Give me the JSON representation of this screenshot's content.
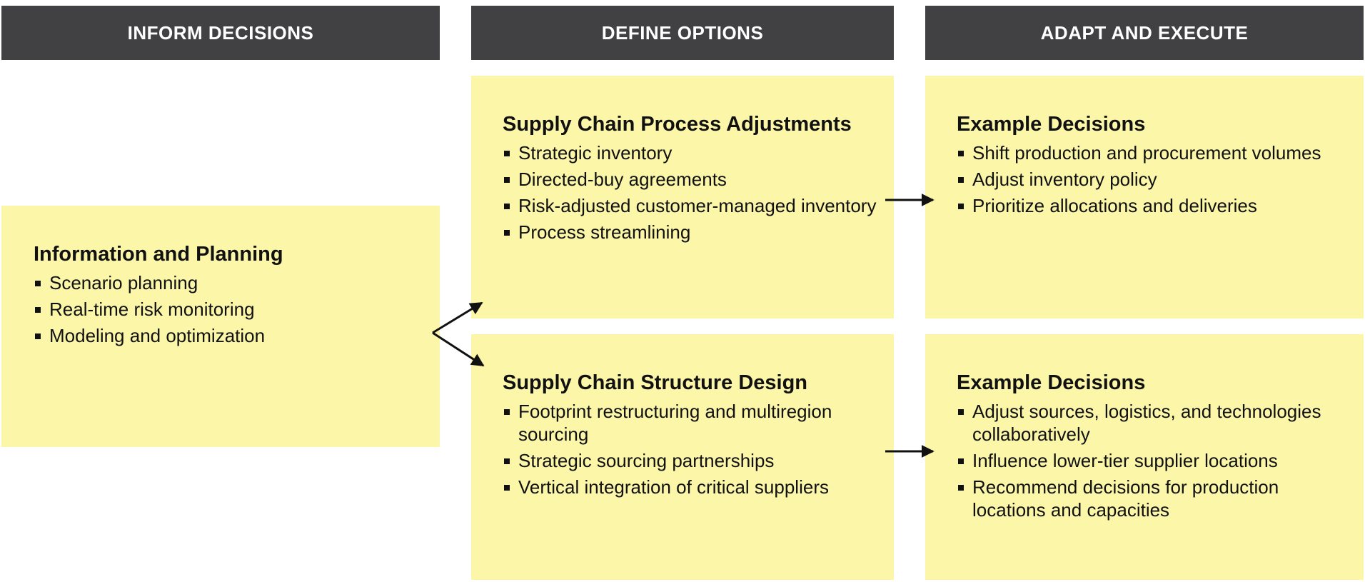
{
  "columns": {
    "inform": {
      "header": "INFORM DECISIONS"
    },
    "define": {
      "header": "DEFINE OPTIONS"
    },
    "adapt": {
      "header": "ADAPT AND EXECUTE"
    }
  },
  "info_box": {
    "title": "Information and Planning",
    "items": [
      "Scenario planning",
      "Real-time risk monitoring",
      "Modeling and optimization"
    ]
  },
  "process_box": {
    "title": "Supply Chain Process Adjustments",
    "items": [
      "Strategic inventory",
      "Directed-buy agreements",
      "Risk-adjusted customer-managed inventory",
      "Process streamlining"
    ]
  },
  "structure_box": {
    "title": "Supply Chain Structure Design",
    "items": [
      "Footprint restructuring and multiregion sourcing",
      "Strategic sourcing partnerships",
      "Vertical integration of critical suppliers"
    ]
  },
  "decisions_top": {
    "title": "Example Decisions",
    "items": [
      "Shift production and procurement volumes",
      "Adjust inventory policy",
      "Prioritize allocations and deliveries"
    ]
  },
  "decisions_bottom": {
    "title": "Example Decisions",
    "items": [
      "Adjust sources, logistics, and technologies collaboratively",
      "Influence lower-tier supplier locations",
      "Recommend decisions for production locations and capacities"
    ]
  },
  "colors": {
    "header_bg": "#414042",
    "box_bg": "#fcf6a9",
    "text": "#111111",
    "arrow": "#111111"
  }
}
